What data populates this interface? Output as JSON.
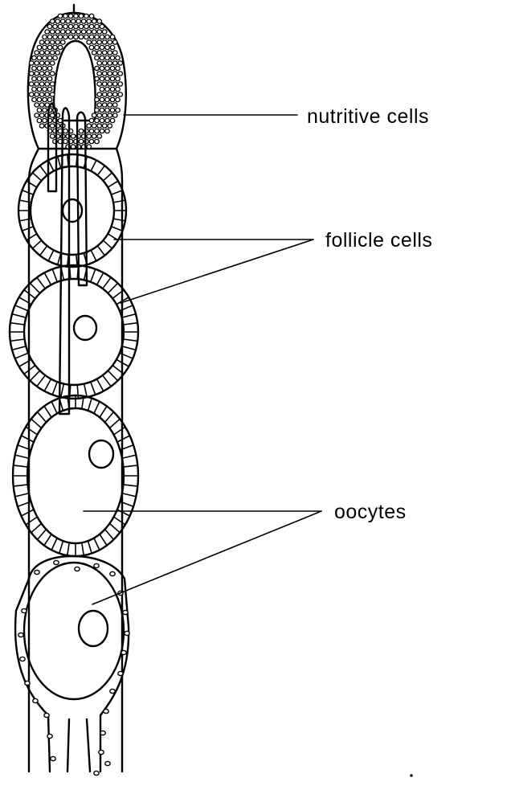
{
  "labels": {
    "nutritive": "nutritive cells",
    "follicle": "follicle cells",
    "oocytes": "oocytes"
  }
}
